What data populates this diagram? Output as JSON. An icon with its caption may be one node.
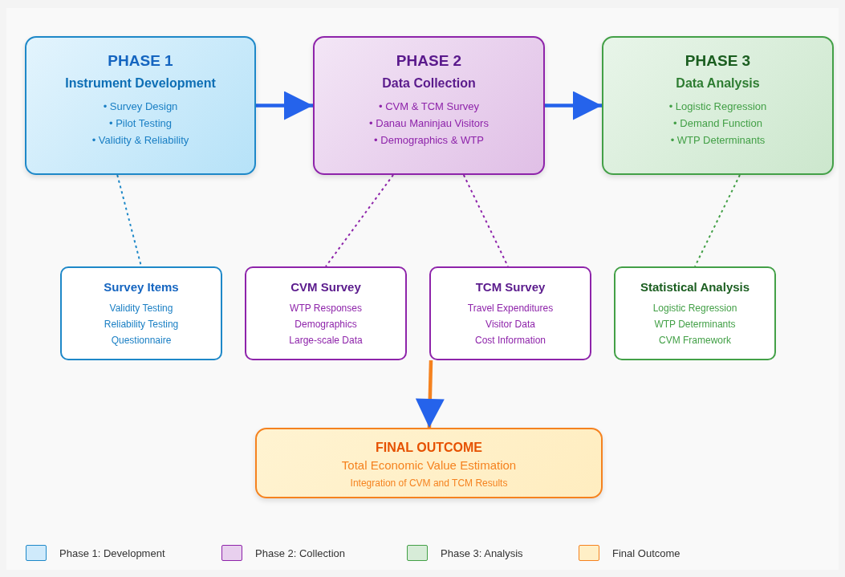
{
  "diagram": {
    "nodes": [
      {
        "text": [
          "PHASE 1",
          "Instrument Development",
          "• Survey Design",
          "• Pilot Testing",
          "• Validity & Reliability"
        ]
      },
      {
        "text": [
          "PHASE 2",
          "Data Collection",
          "• CVM & TCM Survey",
          "• Danau Maninjau Visitors",
          "• Demographics & WTP"
        ]
      },
      {
        "text": [
          "PHASE 3",
          "Data Analysis",
          "• Logistic Regression",
          "• Demand Function",
          "• WTP Determinants"
        ]
      },
      {
        "text": [
          "Survey Items",
          "Validity Testing",
          "Reliability Testing",
          "Questionnaire"
        ]
      },
      {
        "text": [
          "CVM Survey",
          "WTP Responses",
          "Demographics",
          "Large-scale Data"
        ]
      },
      {
        "text": [
          "TCM Survey",
          "Travel Expenditures",
          "Visitor Data",
          "Cost Information"
        ]
      },
      {
        "text": [
          "Statistical Analysis",
          "Logistic Regression",
          "WTP Determinants",
          "CVM Framework"
        ]
      },
      {
        "text": [
          "FINAL OUTCOME",
          "Total Economic Value Estimation",
          "Integration of CVM and TCM Results"
        ]
      }
    ],
    "edges": [
      {
        "from": 0,
        "to": 1,
        "arrow": "to",
        "style": "thick"
      },
      {
        "from": 1,
        "to": 2,
        "arrow": "to",
        "style": "thick"
      },
      {
        "from": 0,
        "to": 3,
        "arrow": "none",
        "style": "dashed",
        "color": "#1e88c8"
      },
      {
        "from": 1,
        "to": 4,
        "arrow": "none",
        "style": "dashed",
        "color": "#8e24aa"
      },
      {
        "from": 1,
        "to": 5,
        "arrow": "none",
        "style": "dashed",
        "color": "#8e24aa"
      },
      {
        "from": 2,
        "to": 6,
        "arrow": "none",
        "style": "dashed",
        "color": "#43a047"
      },
      {
        "from": 5,
        "to": 7,
        "arrow": "to",
        "style": "thick",
        "color": "#f5821f"
      }
    ],
    "legend": [
      {
        "text": "Phase 1: Development",
        "color": "#cfeafb"
      },
      {
        "text": "Phase 2: Collection",
        "color": "#e8d0ee"
      },
      {
        "text": "Phase 3: Analysis",
        "color": "#d7ecd8"
      },
      {
        "text": "Final Outcome",
        "color": "#ffefc6"
      }
    ]
  }
}
